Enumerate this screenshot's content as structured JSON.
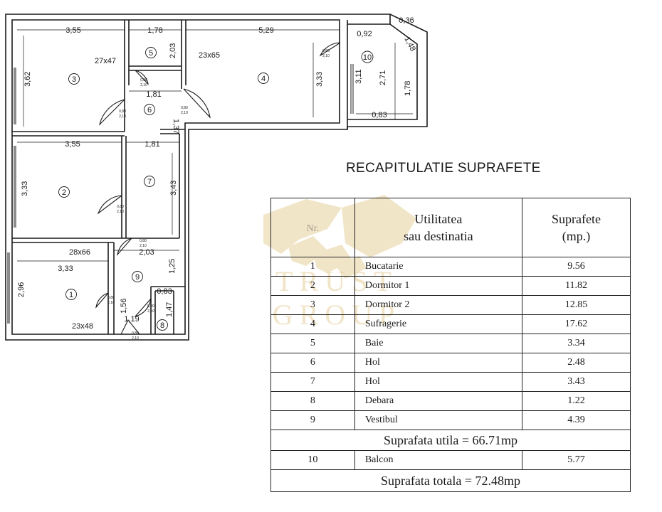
{
  "plan": {
    "dims": [
      "3,55",
      "1,78",
      "5,29",
      "0,92",
      "0,36",
      "1,48",
      "2,03",
      "3,62",
      "3,33",
      "3,11",
      "2,71",
      "1,78",
      "0,83",
      "1,81",
      "1,37",
      "3,55",
      "1,81",
      "3,33",
      "3,43",
      "28x66",
      "2,03",
      "3,33",
      "1,25",
      "2,96",
      "0,83",
      "1,56",
      "1,19",
      "1,47"
    ],
    "openings": [
      "27x47",
      "23x65",
      "23x48"
    ],
    "rooms": [
      "1",
      "2",
      "3",
      "4",
      "5",
      "6",
      "7",
      "8",
      "9",
      "10"
    ],
    "door_labels": [
      "0,80",
      "2,10"
    ]
  },
  "recap": {
    "title": "RECAPITULATIE SUPRAFETE",
    "header": {
      "col1": "Nr.",
      "col2_line1": "Utilitatea",
      "col2_line2": "sau destinatia",
      "col3_line1": "Suprafete",
      "col3_line2": "(mp.)"
    },
    "rows": [
      {
        "nr": "1",
        "name": "Bucatarie",
        "area": "9.56"
      },
      {
        "nr": "2",
        "name": "Dormitor 1",
        "area": "11.82"
      },
      {
        "nr": "3",
        "name": "Dormitor 2",
        "area": "12.85"
      },
      {
        "nr": "4",
        "name": "Sufragerie",
        "area": "17.62"
      },
      {
        "nr": "5",
        "name": "Baie",
        "area": "3.34"
      },
      {
        "nr": "6",
        "name": "Hol",
        "area": "2.48"
      },
      {
        "nr": "7",
        "name": "Hol",
        "area": "3.43"
      },
      {
        "nr": "8",
        "name": "Debara",
        "area": "1.22"
      },
      {
        "nr": "9",
        "name": "Vestibul",
        "area": "4.39"
      }
    ],
    "suprafata_utila": "Suprafata utila = 66.71mp",
    "balcon": {
      "nr": "10",
      "name": "Balcon",
      "area": "5.77"
    },
    "suprafata_totala": "Suprafata totala = 72.48mp"
  },
  "watermark": "TRUST GROUP"
}
